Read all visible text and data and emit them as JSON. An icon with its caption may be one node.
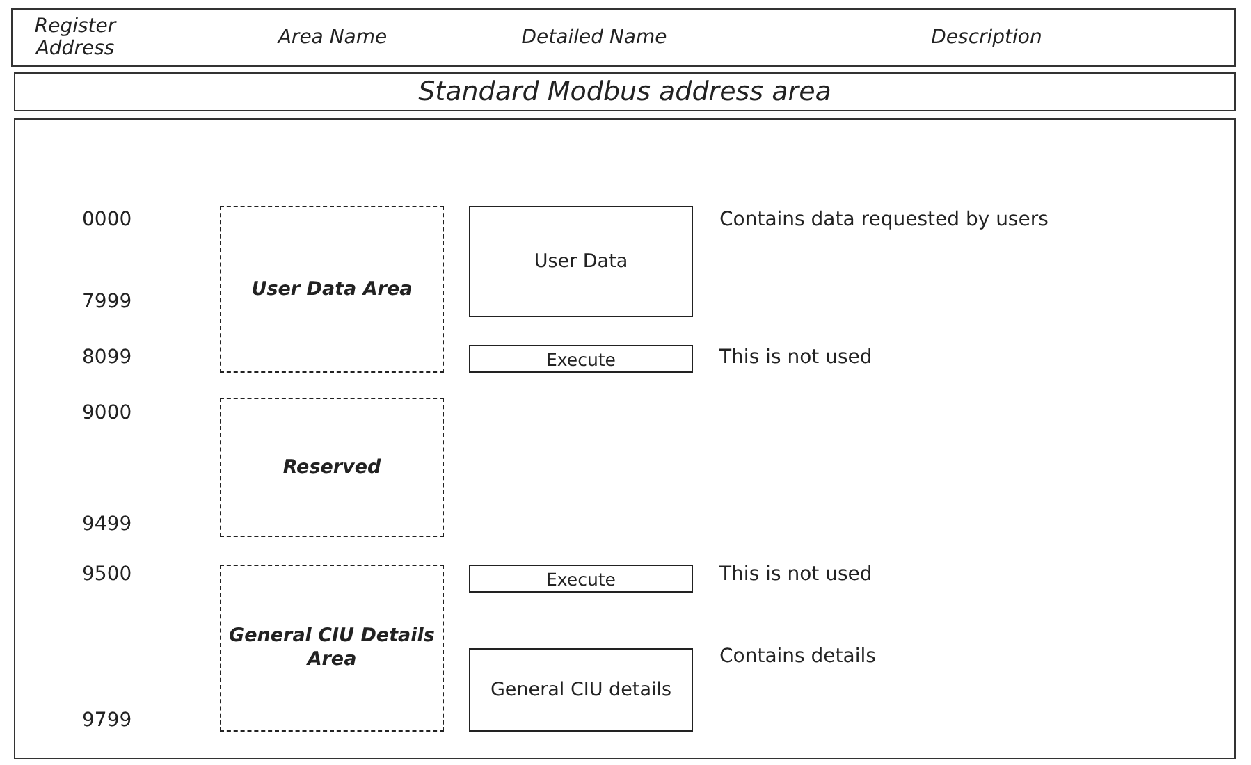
{
  "diagram": {
    "nodes": [
      {
        "text": [
          "Register Address",
          "Area Name",
          "Detailed Name",
          "Description"
        ]
      },
      {
        "text": [
          "Standard Modbus address area"
        ]
      },
      {
        "text": [],
        "shape": "box"
      },
      {
        "text": [
          "User Data Area"
        ],
        "in": 2
      },
      {
        "text": [
          "User Data"
        ],
        "in": 2
      },
      {
        "text": [
          "Execute"
        ],
        "in": 2
      },
      {
        "text": [
          "Reserved"
        ],
        "in": 2
      },
      {
        "text": [
          "Execute"
        ],
        "in": 2
      },
      {
        "text": [
          "General CIU Details Area"
        ],
        "in": 2
      },
      {
        "text": [
          "General CIU details"
        ],
        "in": 2
      }
    ],
    "labels": [
      "0000",
      "Contains data requested by users",
      "7999",
      "8099",
      "This is not used",
      "9000",
      "9499",
      "9500",
      "This is not used",
      "Contains details",
      "9799"
    ]
  }
}
